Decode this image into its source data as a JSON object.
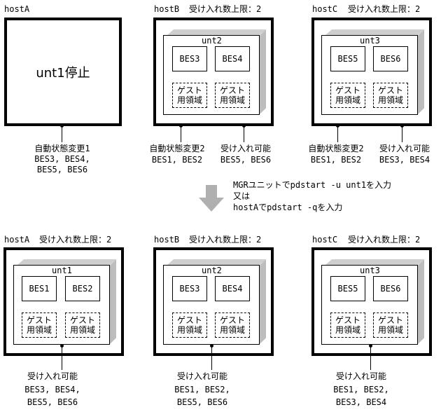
{
  "top": {
    "hostA": {
      "name": "hostA",
      "status": "unt1停止",
      "label_lines": [
        "自動状態変更1",
        "BES3, BES4,",
        "BES5, BES6"
      ]
    },
    "hostB": {
      "name": "hostB",
      "limit": "受け入れ数上限：2",
      "unit": "unt2",
      "bes": [
        "BES3",
        "BES4"
      ],
      "guest": "ゲスト\n用領域",
      "label_left": [
        "自動状態変更2",
        "BES1, BES2"
      ],
      "label_right": [
        "受け入れ可能",
        "BES5, BES6"
      ]
    },
    "hostC": {
      "name": "hostC",
      "limit": "受け入れ数上限：2",
      "unit": "unt3",
      "bes": [
        "BES5",
        "BES6"
      ],
      "guest": "ゲスト\n用領域",
      "label_left": [
        "自動状態変更2",
        "BES1, BES2"
      ],
      "label_right": [
        "受け入れ可能",
        "BES3, BES4"
      ]
    }
  },
  "middle": {
    "line1": "MGRユニットでpdstart -u unt1を入力",
    "line2": "又は",
    "line3": "hostAでpdstart -qを入力"
  },
  "bottom": {
    "hostA": {
      "name": "hostA",
      "limit": "受け入れ数上限：2",
      "unit": "unt1",
      "bes": [
        "BES1",
        "BES2"
      ],
      "guest": "ゲスト\n用領域",
      "label": [
        "受け入れ可能",
        "BES3, BES4,",
        "BES5, BES6"
      ]
    },
    "hostB": {
      "name": "hostB",
      "limit": "受け入れ数上限：2",
      "unit": "unt2",
      "bes": [
        "BES3",
        "BES4"
      ],
      "guest": "ゲスト\n用領域",
      "label": [
        "受け入れ可能",
        "BES1, BES2,",
        "BES5, BES6"
      ]
    },
    "hostC": {
      "name": "hostC",
      "limit": "受け入れ数上限：2",
      "unit": "unt3",
      "bes": [
        "BES5",
        "BES6"
      ],
      "guest": "ゲスト\n用領域",
      "label": [
        "受け入れ可能",
        "BES1, BES2,",
        "BES3, BES4"
      ]
    }
  },
  "colors": {
    "arrow": "#b0b0b0",
    "unit_shade": "#cfcfcf",
    "line": "#000000"
  }
}
